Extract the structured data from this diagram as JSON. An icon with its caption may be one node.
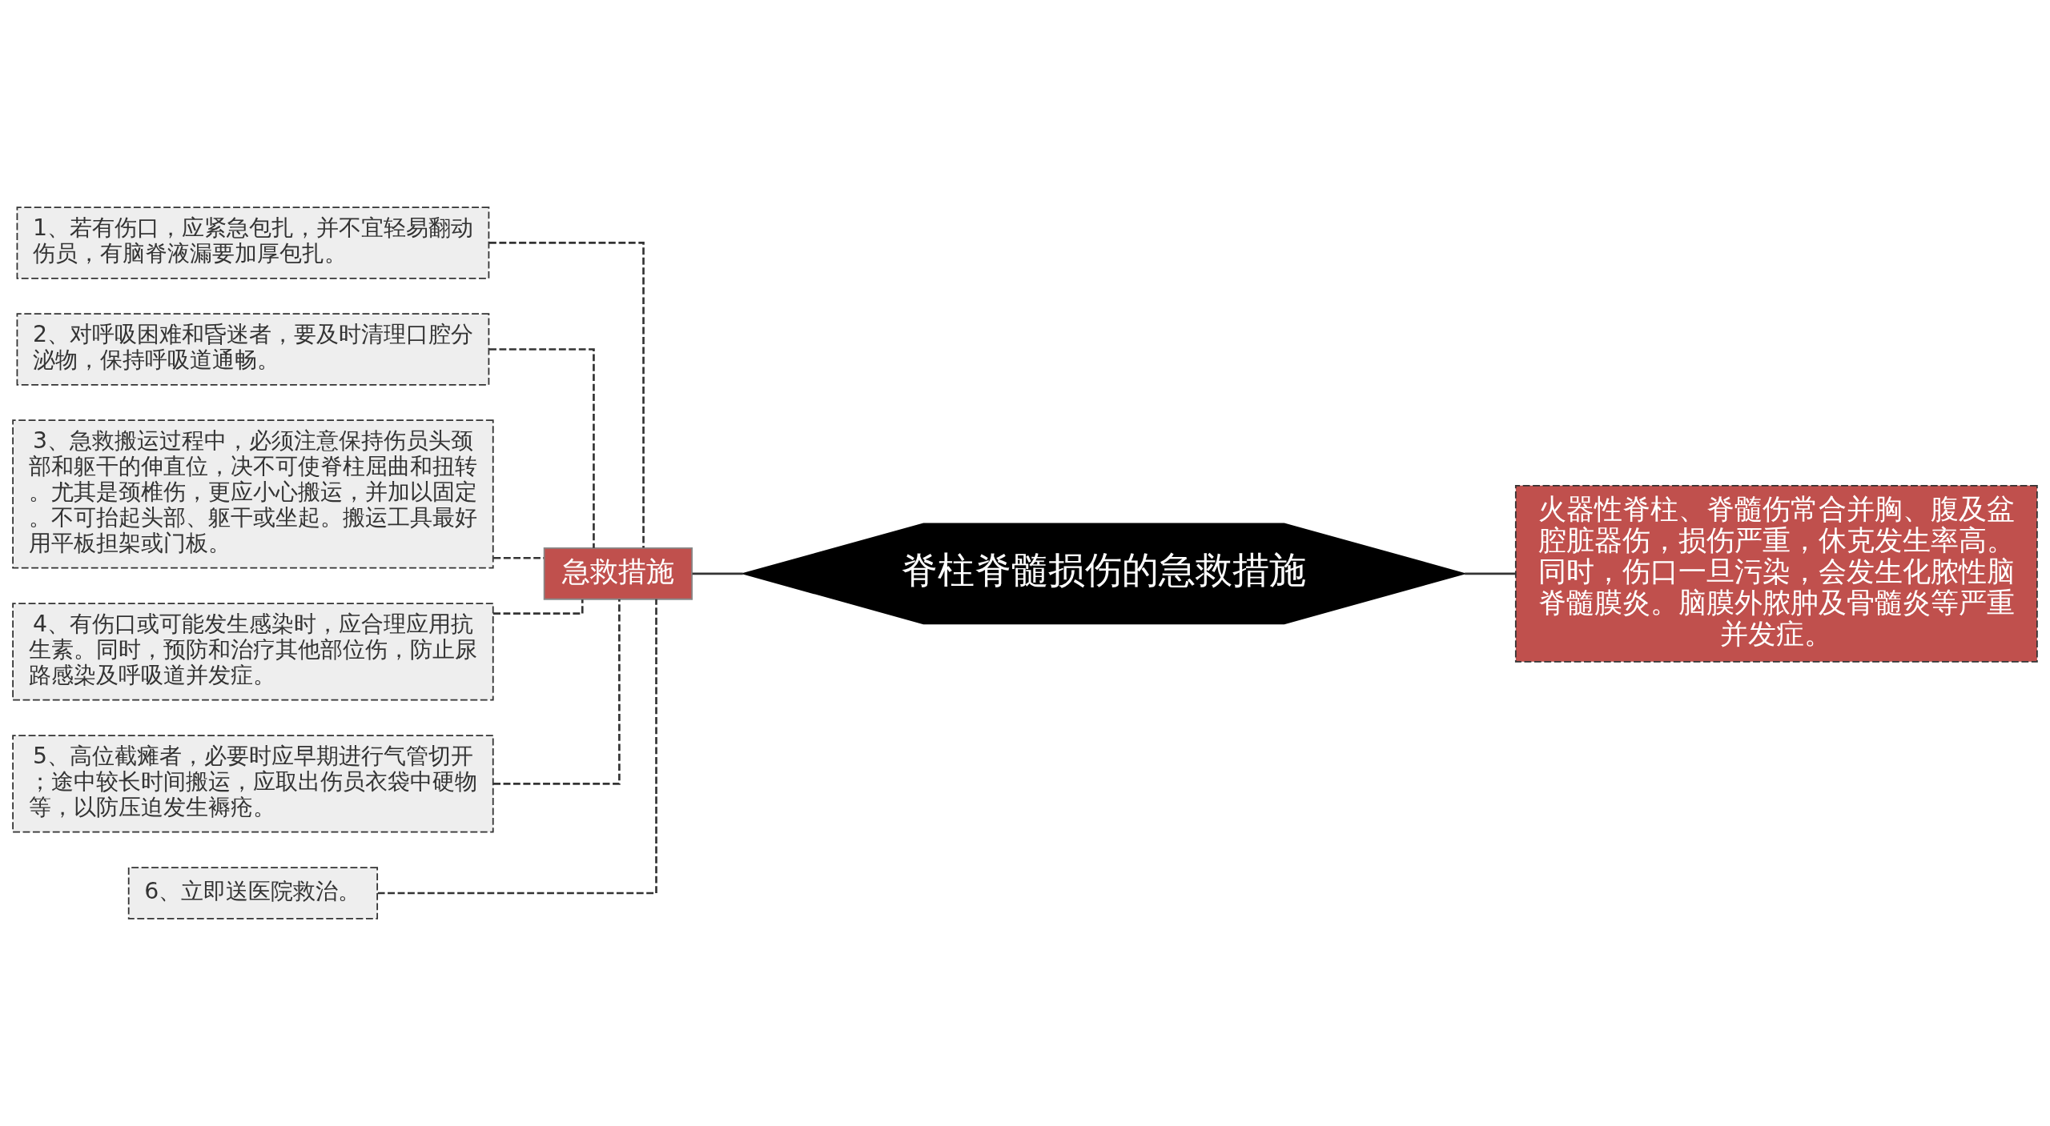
{
  "diagram": {
    "nodes": [
      {
        "text": [
          "脊柱脊髓损伤的急救措施"
        ]
      },
      {
        "text": [
          "急救措施"
        ]
      },
      {
        "text": [
          "火器性脊柱、脊髓伤常合并胸、腹及盆腔脏器伤，损伤严重，休克发生率高。同时，伤口一旦污染，会发生化脓性脑脊髓膜炎。脑膜外脓肿及骨髓炎等严重并发症。"
        ]
      },
      {
        "text": [
          "1、若有伤口，应紧急包扎，并不宜轻易翻动伤员，有脑脊液漏要加厚包扎。"
        ]
      },
      {
        "text": [
          "2、对呼吸困难和昏迷者，要及时清理口腔分泌物，保持呼吸道通畅。"
        ]
      },
      {
        "text": [
          "3、急救搬运过程中，必须注意保持伤员头颈部和躯干的伸直位，决不可使脊柱屈曲和扭转。尤其是颈椎伤，更应小心搬运，并加以固定。不可抬起头部、躯干或坐起。搬运工具最好用平板担架或门板。"
        ]
      },
      {
        "text": [
          "4、有伤口或可能发生感染时，应合理应用抗生素。同时，预防和治疗其他部位伤，防止尿路感染及呼吸道并发症。"
        ]
      },
      {
        "text": [
          "5、高位截瘫者，必要时应早期进行气管切开；途中较长时间搬运，应取出伤员衣袋中硬物等，以防压迫发生褥疮。"
        ]
      },
      {
        "text": [
          "6、立即送医院救治。"
        ]
      }
    ],
    "edges": [
      {
        "from": 0,
        "to": 1,
        "arrow": "none"
      },
      {
        "from": 0,
        "to": 2,
        "arrow": "none"
      },
      {
        "from": 1,
        "to": 3,
        "arrow": "none",
        "style": "dashed"
      },
      {
        "from": 1,
        "to": 4,
        "arrow": "none",
        "style": "dashed"
      },
      {
        "from": 1,
        "to": 5,
        "arrow": "none",
        "style": "dashed"
      },
      {
        "from": 1,
        "to": 6,
        "arrow": "none",
        "style": "dashed"
      },
      {
        "from": 1,
        "to": 7,
        "arrow": "none",
        "style": "dashed"
      },
      {
        "from": 1,
        "to": 8,
        "arrow": "none",
        "style": "dashed"
      }
    ]
  }
}
